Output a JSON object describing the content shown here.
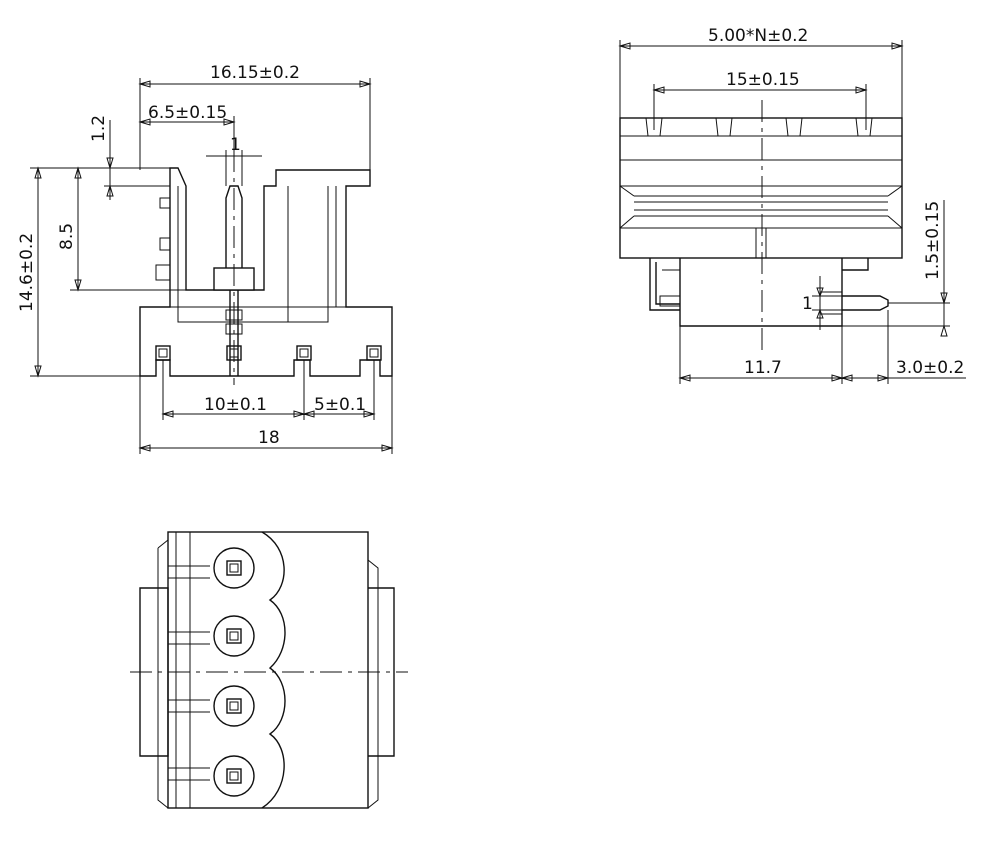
{
  "dimensions": {
    "front_width_total": "16.15±0.2",
    "pin_offset": "6.5±0.15",
    "top_lip": "1.2",
    "pin_width": "1",
    "inner_height": "8.5",
    "overall_height": "14.6±0.2",
    "pitch_10": "10±0.1",
    "pitch_5": "5±0.1",
    "base_width": "18",
    "side_total": "5.00*N±0.2",
    "side_span": "15±0.15",
    "pin_height": "1.5±0.15",
    "pin_thickness": "1",
    "body_depth": "11.7",
    "pin_length": "3.0±0.2"
  },
  "colors": {
    "line": "#111111",
    "background": "#ffffff"
  }
}
